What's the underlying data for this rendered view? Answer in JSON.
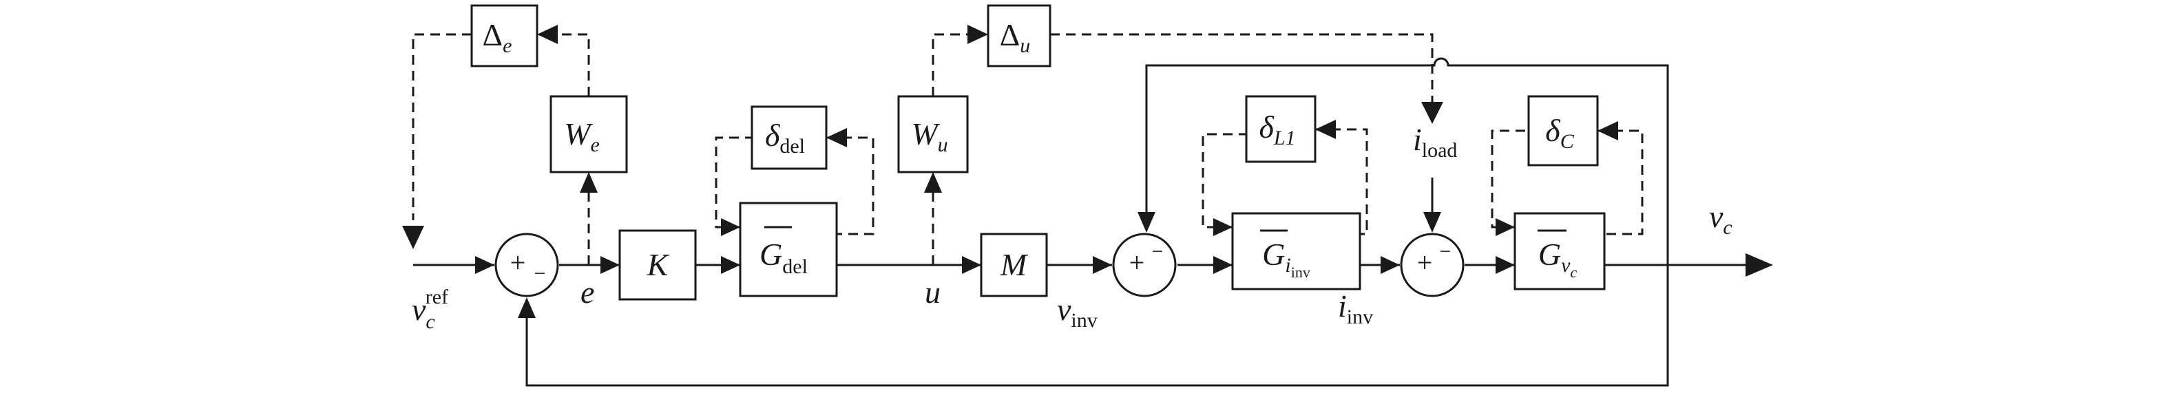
{
  "diagram": {
    "signals": {
      "v_c": "v",
      "v_c_sub": "c",
      "v_c_ref": "v",
      "v_c_ref_sub": "c",
      "v_c_ref_sup": "ref",
      "e": "e",
      "u": "u",
      "v_inv": "v",
      "v_inv_sub": "inv",
      "i_inv": "i",
      "i_inv_sub": "inv",
      "i_load": "i",
      "i_load_sub": "load"
    },
    "blocks": {
      "delta_e": {
        "main": "Δ",
        "sub": "e"
      },
      "W_e": {
        "main": "W",
        "sub": "e"
      },
      "K": {
        "main": "K"
      },
      "delta_del": {
        "main": "δ",
        "sub": "del"
      },
      "G_del": {
        "main": "G",
        "sub": "del"
      },
      "delta_u": {
        "main": "Δ",
        "sub": "u"
      },
      "W_u": {
        "main": "W",
        "sub": "u"
      },
      "M": {
        "main": "M"
      },
      "delta_L1": {
        "main": "δ",
        "sub": "L1"
      },
      "G_iinv": {
        "main": "G",
        "sub": "i",
        "subsub": "inv"
      },
      "delta_C": {
        "main": "δ",
        "sub": "C"
      },
      "G_vc": {
        "main": "G",
        "sub": "v",
        "subsub": "c"
      }
    },
    "summing_junctions": {
      "sum1": {
        "plus": "+",
        "minus": "−"
      },
      "sum2": {
        "plus": "+",
        "minus": "−"
      },
      "sum3": {
        "plus": "+",
        "minus": "−"
      }
    }
  }
}
